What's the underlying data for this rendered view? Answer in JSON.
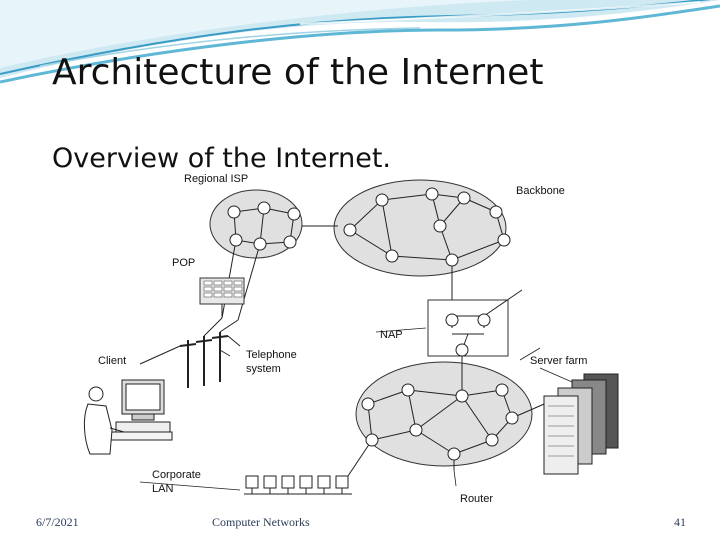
{
  "slide": {
    "title": "Architecture of the Internet",
    "subtitle": "Overview of the Internet.",
    "footer_date": "6/7/2021",
    "footer_center": "Computer Networks",
    "page_number": "41"
  },
  "diagram": {
    "labels": {
      "regional_isp": "Regional ISP",
      "backbone": "Backbone",
      "pop": "POP",
      "nap": "NAP",
      "client": "Client",
      "telephone_system_line1": "Telephone",
      "telephone_system_line2": "system",
      "server_farm": "Server farm",
      "corporate_lan_line1": "Corporate",
      "corporate_lan_line2": "LAN",
      "router": "Router"
    }
  },
  "colors": {
    "background": "#ffffff",
    "title_text": "#111111",
    "footer_text": "#2b3d5a",
    "wave_blue": "#5fb7d6",
    "cloud_fill": "#e0e0e0"
  }
}
